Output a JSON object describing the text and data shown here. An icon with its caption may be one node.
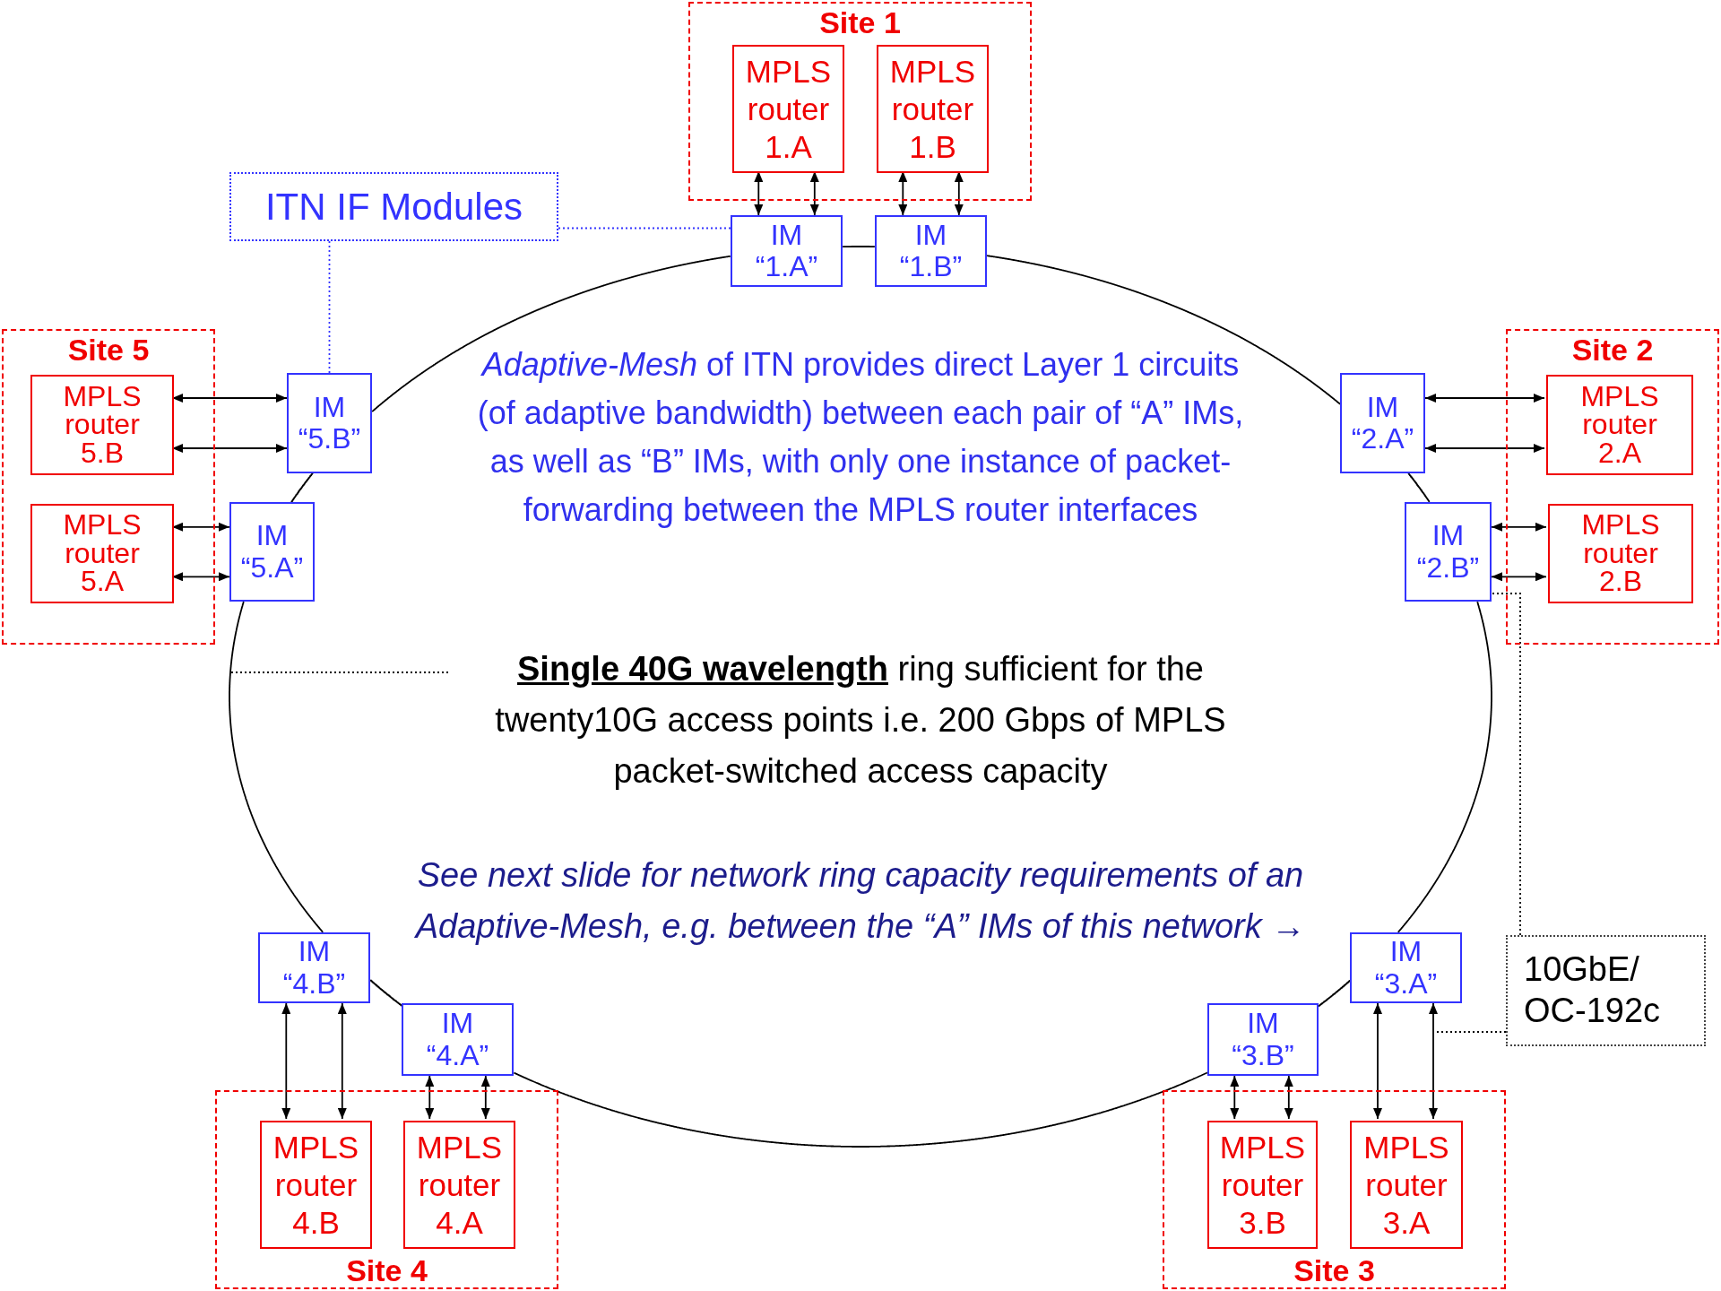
{
  "diagram": {
    "nodes": [
      {
        "text": [
          "Site 1"
        ]
      },
      {
        "text": [
          "MPLS router 1.A"
        ],
        "in": 0
      },
      {
        "text": [
          "MPLS router 1.B"
        ],
        "in": 0
      },
      {
        "text": [
          "IM “1.A”"
        ]
      },
      {
        "text": [
          "IM “1.B”"
        ]
      },
      {
        "text": [
          "ITN IF Modules"
        ]
      },
      {
        "text": [
          "Site 5"
        ]
      },
      {
        "text": [
          "MPLS router 5.B"
        ],
        "in": 6
      },
      {
        "text": [
          "MPLS router 5.A"
        ],
        "in": 6
      },
      {
        "text": [
          "IM “5.B”"
        ]
      },
      {
        "text": [
          "IM “5.A”"
        ]
      },
      {
        "text": [
          "Site 2"
        ]
      },
      {
        "text": [
          "MPLS router 2.A"
        ],
        "in": 11
      },
      {
        "text": [
          "MPLS router 2.B"
        ],
        "in": 11
      },
      {
        "text": [
          "IM “2.A”"
        ]
      },
      {
        "text": [
          "IM “2.B”"
        ]
      },
      {
        "text": [
          "**Single 40G wavelength** ring sufficient for the twenty10G access points i.e. 200 Gbps of MPLS packet-switched access capacity"
        ]
      },
      {
        "text": [
          "IM “4.B”"
        ]
      },
      {
        "text": [
          "IM “4.A”"
        ]
      },
      {
        "text": [
          "IM “3.A”"
        ]
      },
      {
        "text": [
          "IM “3.B”"
        ]
      },
      {
        "text": [
          "10GbE/ OC-192c"
        ]
      },
      {
        "text": [
          "Site 4"
        ]
      },
      {
        "text": [
          "MPLS router 4.B"
        ],
        "in": 22
      },
      {
        "text": [
          "MPLS router 4.A"
        ],
        "in": 22
      },
      {
        "text": [
          "Site 3"
        ]
      },
      {
        "text": [
          "MPLS router 3.B"
        ],
        "in": 25
      },
      {
        "text": [
          "MPLS router 3.A"
        ],
        "in": 25
      }
    ],
    "edges": [
      {
        "from": 1,
        "to": 3,
        "arrow": "both"
      },
      {
        "from": 1,
        "to": 3,
        "arrow": "both"
      },
      {
        "from": 2,
        "to": 4,
        "arrow": "both"
      },
      {
        "from": 2,
        "to": 4,
        "arrow": "both"
      },
      {
        "from": 7,
        "to": 9,
        "arrow": "both"
      },
      {
        "from": 7,
        "to": 9,
        "arrow": "both"
      },
      {
        "from": 8,
        "to": 10,
        "arrow": "both"
      },
      {
        "from": 8,
        "to": 10,
        "arrow": "both"
      },
      {
        "from": 12,
        "to": 14,
        "arrow": "both"
      },
      {
        "from": 12,
        "to": 14,
        "arrow": "both"
      },
      {
        "from": 13,
        "to": 15,
        "arrow": "both"
      },
      {
        "from": 13,
        "to": 15,
        "arrow": "both"
      },
      {
        "from": 23,
        "to": 17,
        "arrow": "both"
      },
      {
        "from": 23,
        "to": 17,
        "arrow": "both"
      },
      {
        "from": 24,
        "to": 18,
        "arrow": "both"
      },
      {
        "from": 24,
        "to": 18,
        "arrow": "both"
      },
      {
        "from": 26,
        "to": 20,
        "arrow": "both"
      },
      {
        "from": 26,
        "to": 20,
        "arrow": "both"
      },
      {
        "from": 27,
        "to": 19,
        "arrow": "both"
      },
      {
        "from": 27,
        "to": 19,
        "arrow": "both"
      },
      {
        "from": 3,
        "to": 4,
        "arrow": "none"
      },
      {
        "from": 4,
        "to": 14,
        "arrow": "none"
      },
      {
        "from": 14,
        "to": 15,
        "arrow": "none"
      },
      {
        "from": 15,
        "to": 19,
        "arrow": "none"
      },
      {
        "from": 19,
        "to": 20,
        "arrow": "none"
      },
      {
        "from": 20,
        "to": 18,
        "arrow": "none"
      },
      {
        "from": 18,
        "to": 17,
        "arrow": "none"
      },
      {
        "from": 17,
        "to": 10,
        "arrow": "none"
      },
      {
        "from": 10,
        "to": 9,
        "arrow": "none"
      },
      {
        "from": 9,
        "to": 3,
        "arrow": "none"
      },
      {
        "from": 5,
        "to": 3,
        "arrow": "none",
        "style": "dashed",
        "color": "#3333ff"
      },
      {
        "from": 5,
        "to": 9,
        "arrow": "none",
        "style": "dashed",
        "color": "#3333ff"
      },
      {
        "from": 21,
        "to": null,
        "arrow": "none",
        "style": "dashed"
      },
      {
        "from": 21,
        "to": 15,
        "arrow": "none",
        "style": "dashed"
      },
      {
        "from": 16,
        "to": null,
        "arrow": "none",
        "style": "dashed"
      }
    ],
    "labels": [
      "*Adaptive-Mesh* of ITN provides direct Layer 1 circuits (of adaptive bandwidth) between each pair of “A” IMs, as well as “B” IMs, with only one instance of packet-forwarding between the MPLS router interfaces",
      "See next slide for network ring capacity requirements of an Adaptive-Mesh, e.g. between the “A” IMs of this network →"
    ]
  }
}
